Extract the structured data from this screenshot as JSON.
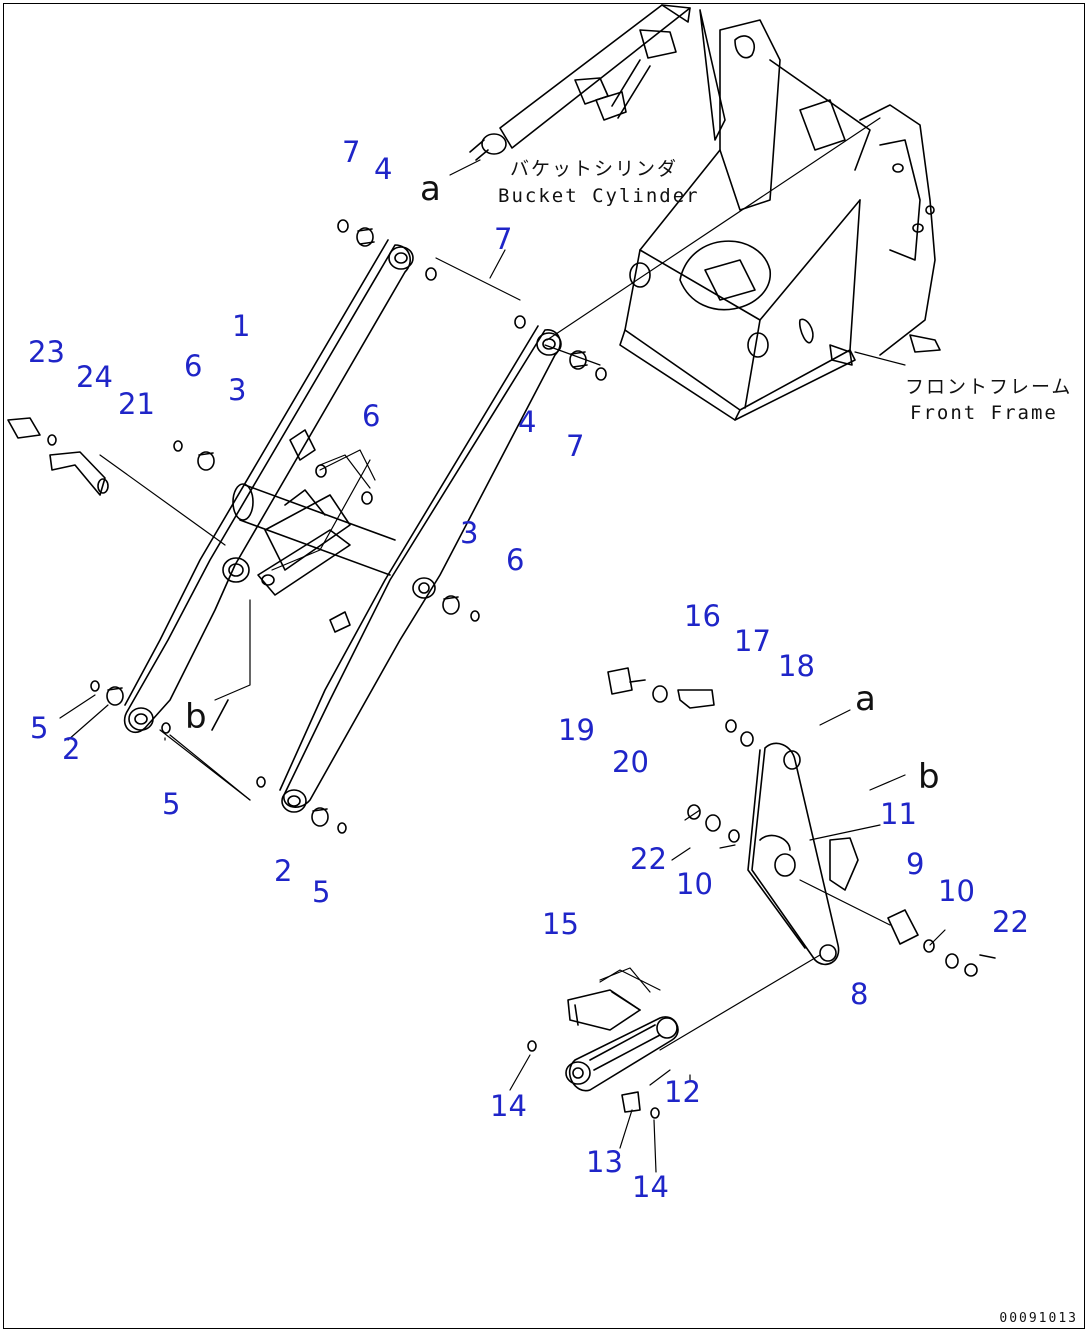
{
  "callouts": {
    "c7a": "7",
    "c4a": "4",
    "c7b": "7",
    "c1": "1",
    "c23": "23",
    "c24": "24",
    "c21": "21",
    "c6a": "6",
    "c3a": "3",
    "c6b": "6",
    "c4b": "4",
    "c7c": "7",
    "c3b": "3",
    "c6c": "6",
    "c5a": "5",
    "c2a": "2",
    "c5b": "5",
    "c2b": "2",
    "c5c": "5",
    "c16": "16",
    "c17": "17",
    "c18": "18",
    "c19": "19",
    "c20": "20",
    "c11": "11",
    "c22a": "22",
    "c10a": "10",
    "c9": "9",
    "c10b": "10",
    "c22b": "22",
    "c8": "8",
    "c15": "15",
    "c12": "12",
    "c14a": "14",
    "c13": "13",
    "c14b": "14"
  },
  "labels": {
    "bucket_cylinder_jp": "バケットシリンダ",
    "bucket_cylinder_en": "Bucket Cylinder",
    "front_frame_jp": "フロントフレーム",
    "front_frame_en": "Front Frame",
    "ref_a_1": "a",
    "ref_a_2": "a",
    "ref_b_1": "b",
    "ref_b_2": "b"
  },
  "drawing_number": "00091013",
  "colors": {
    "callout": "#1f25c8",
    "line": "#000000",
    "background": "#ffffff"
  }
}
